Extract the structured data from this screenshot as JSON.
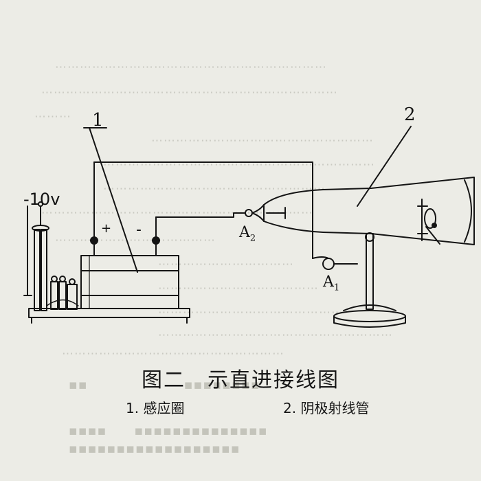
{
  "caption": {
    "title": "图二　示直进接线图",
    "legend": [
      {
        "num": "1.",
        "text": "感应圈"
      },
      {
        "num": "2.",
        "text": "阴极射线管"
      }
    ]
  },
  "labels": {
    "voltage": "-10v",
    "part1": "1",
    "part2": "2",
    "plus": "+",
    "minus": "-",
    "a2": "A",
    "a2_sub": "2",
    "a1": "A",
    "a1_sub": "1"
  }
}
